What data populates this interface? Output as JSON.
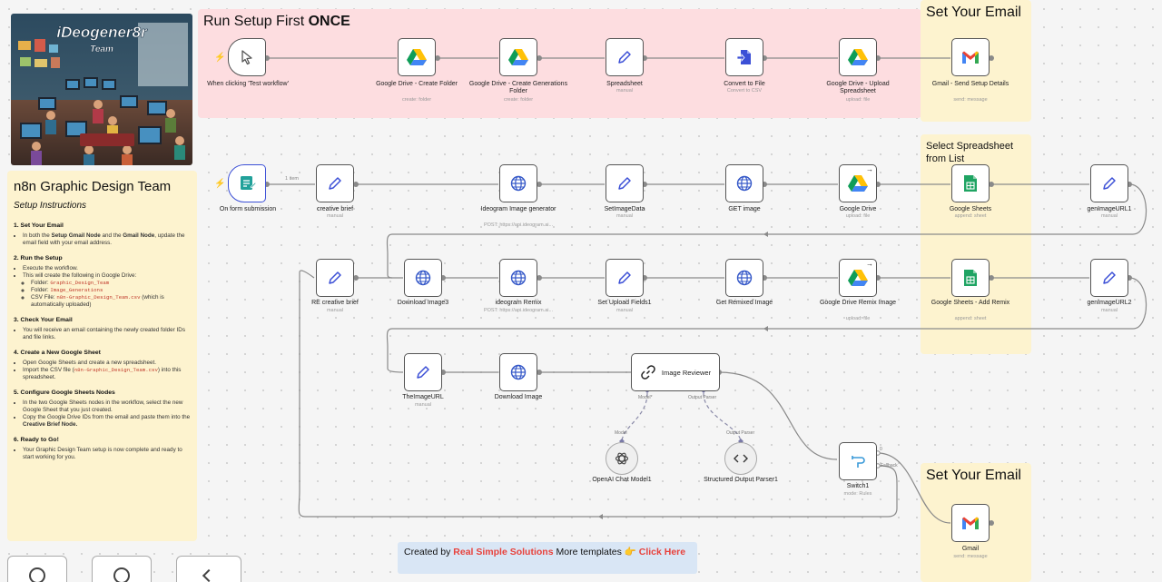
{
  "stickies": {
    "setup_title_prefix": "Run Setup First ",
    "setup_title_bold": "ONCE",
    "email_top": "Set Your Email",
    "select_sheet": "Select Spreadsheet from List",
    "email_bottom": "Set Your Email"
  },
  "instructions": {
    "title": "n8n Graphic Design Team",
    "subtitle": "Setup Instructions",
    "s1_title": "1. Set Your Email",
    "s1_a": "In both the ",
    "s1_b": "Setup Gmail Node",
    "s1_c": " and the ",
    "s1_d": "Gmail Node",
    "s1_e": ", update the email field with your email address.",
    "s2_title": "2. Run the Setup",
    "s2_1": "Execute the workflow.",
    "s2_2": "This will create the following in Google Drive:",
    "s2_f1a": "Folder: ",
    "s2_f1b": "Graphic_Design_Team",
    "s2_f2a": "Folder: ",
    "s2_f2b": "Image_Generations",
    "s2_f3a": "CSV File: ",
    "s2_f3b": "n8n-Graphic_Design_Team.csv",
    "s2_f3c": " (which is automatically uploaded)",
    "s3_title": "3. Check Your Email",
    "s3_1": "You will receive an email containing the newly created folder IDs and file links.",
    "s4_title": "4. Create a New Google Sheet",
    "s4_1": "Open Google Sheets and create a new spreadsheet.",
    "s4_2a": "Import the CSV file (",
    "s4_2b": "n8n-Graphic_Design_Team.csv",
    "s4_2c": ") into this spreadsheet.",
    "s5_title": "5. Configure Google Sheets Nodes",
    "s5_1": "In the two Google Sheets nodes in the workflow, select the new Google Sheet that you just created.",
    "s5_2a": "Copy the Google Drive IDs from the email and paste them into the ",
    "s5_2b": "Creative Brief Node.",
    "s6_title": "6. Ready to Go!",
    "s6_1": "Your Graphic Design Team setup is now complete and ready to start working for you."
  },
  "photo": {
    "caption": "iDeogener8r Team"
  },
  "credit": {
    "a": "Created by ",
    "b": "Real Simple Solutions",
    "c": " More templates 👉 ",
    "d": "Click Here"
  },
  "edge_labels": {
    "items": "1 item",
    "model_out": "Model*",
    "parser_out": "Output Parser",
    "model_in": "Model",
    "parser_in": "Output Parser",
    "fallback": "Fallback",
    "zero": "0"
  },
  "nodes": {
    "manual_trigger": {
      "label": "When clicking 'Test workflow'",
      "sub": ""
    },
    "gd_create_folder": {
      "label": "Google Drive - Create Folder",
      "sub": "create: folder"
    },
    "gd_create_gen": {
      "label": "Google Drive - Create Generations Folder",
      "sub": "create: folder"
    },
    "spreadsheet": {
      "label": "Spreadsheet",
      "sub": "manual"
    },
    "convert_file": {
      "label": "Convert to File",
      "sub": "Convert to CSV"
    },
    "gd_upload": {
      "label": "Google Drive - Upload Spreadsheet",
      "sub": "upload: file"
    },
    "gmail_setup": {
      "label": "Gmail - Send Setup Details",
      "sub": "send: message"
    },
    "form_trigger": {
      "label": "On form submission",
      "sub": ""
    },
    "creative_brief": {
      "label": "creative brief",
      "sub": "manual"
    },
    "ideogram_gen": {
      "label": "Ideogram Image generator",
      "sub": "POST: https://api.ideogram.ai..."
    },
    "set_image_data": {
      "label": "SetImageData",
      "sub": "manual"
    },
    "get_image": {
      "label": "GET image",
      "sub": ""
    },
    "gdrive": {
      "label": "Google Drive",
      "sub": "upload: file"
    },
    "gsheets": {
      "label": "Google Sheets",
      "sub": "append: sheet"
    },
    "gen_url1": {
      "label": "genImageURL1",
      "sub": "manual"
    },
    "re_brief": {
      "label": "RE creative brief",
      "sub": "manual"
    },
    "download3": {
      "label": "Download Image3",
      "sub": ""
    },
    "ideo_remix": {
      "label": "ideogram Remix",
      "sub": "POST: https://api.ideogram.ai..."
    },
    "set_upload": {
      "label": "Set Upload Fields1",
      "sub": "manual"
    },
    "get_remixed": {
      "label": "Get Remixed Image",
      "sub": ""
    },
    "gd_remix": {
      "label": "Google Drive Remix Image",
      "sub": "upload: file"
    },
    "gs_add_remix": {
      "label": "Google Sheets - Add Remix",
      "sub": "append: sheet"
    },
    "gen_url2": {
      "label": "genImageURL2",
      "sub": "manual"
    },
    "the_image_url": {
      "label": "TheImageURL",
      "sub": "manual"
    },
    "download_image": {
      "label": "Download Image",
      "sub": ""
    },
    "image_reviewer": {
      "label": "Image Reviewer",
      "sub": ""
    },
    "openai_model": {
      "label": "OpenAI Chat Model1",
      "sub": ""
    },
    "output_parser": {
      "label": "Structured Output Parser1",
      "sub": ""
    },
    "switch1": {
      "label": "Switch1",
      "sub": "mode: Rules"
    },
    "gmail": {
      "label": "Gmail",
      "sub": "send: message"
    }
  },
  "icons": {
    "cursor": "cursor-icon",
    "drive": "google-drive-icon",
    "pen": "pen-icon",
    "file": "convert-file-icon",
    "gmail": "gmail-icon",
    "form": "form-icon",
    "globe": "globe-icon",
    "sheets": "google-sheets-icon",
    "link": "link-icon",
    "openai": "openai-icon",
    "code": "code-icon",
    "switch": "switch-icon"
  },
  "colors": {
    "accent": "#ff6d5a",
    "pen": "#3b4fd6",
    "globe": "#3558c8",
    "wire": "#888888",
    "sheets": "#1fa463",
    "link": "#222222"
  }
}
